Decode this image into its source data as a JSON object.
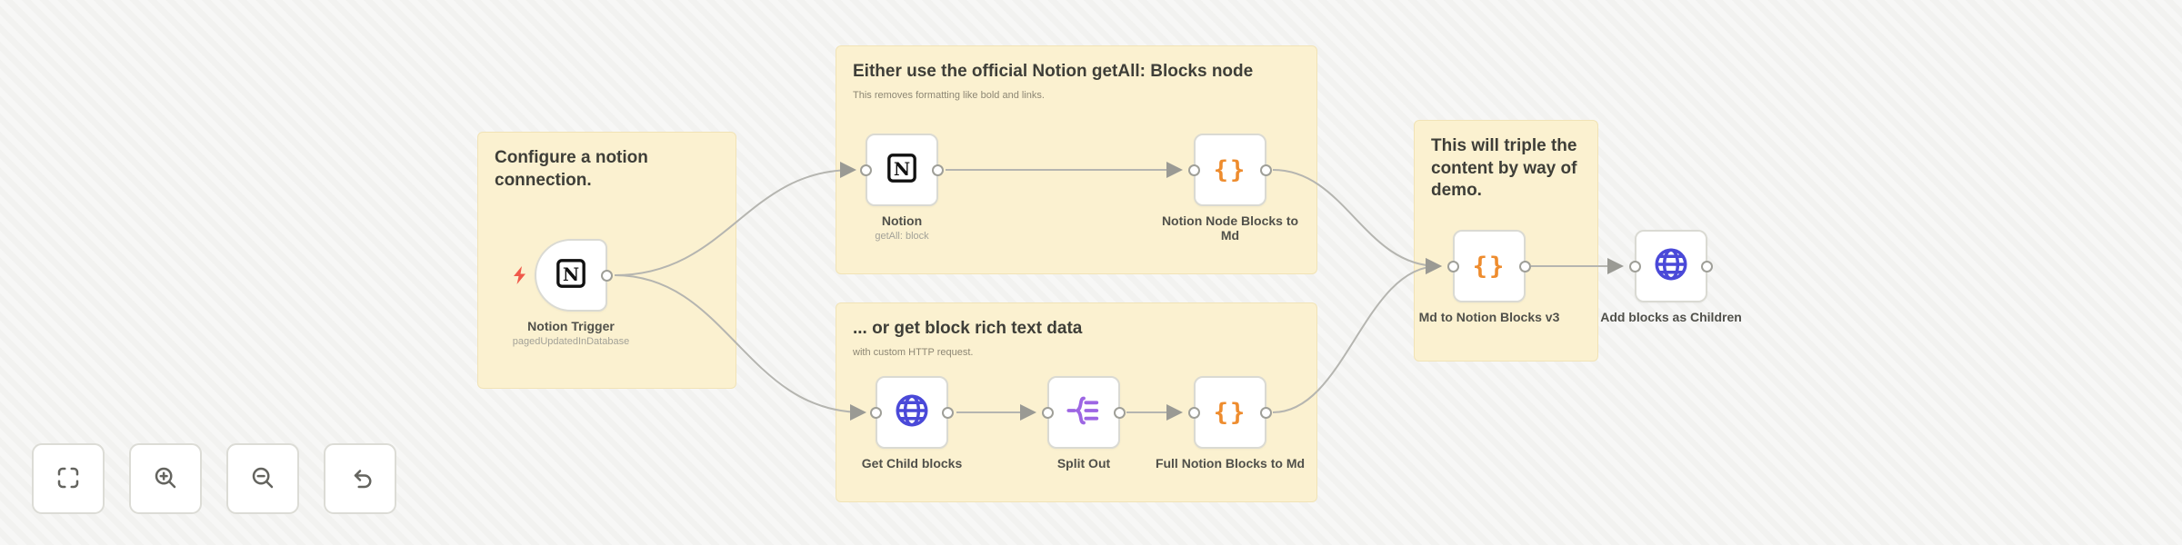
{
  "sticky_notes": [
    {
      "title": "Configure a notion connection.",
      "subtitle": ""
    },
    {
      "title": "Either use the official Notion getAll: Blocks node",
      "subtitle": "This removes formatting like bold and links."
    },
    {
      "title": "... or get block rich text data",
      "subtitle": "with custom HTTP request."
    },
    {
      "title": "This will triple the content by way of demo.",
      "subtitle": ""
    }
  ],
  "nodes": [
    {
      "name": "Notion Trigger",
      "subtitle": "pagedUpdatedInDatabase",
      "icon": "notion-icon",
      "kind": "trigger"
    },
    {
      "name": "Notion",
      "subtitle": "getAll: block",
      "icon": "notion-icon"
    },
    {
      "name": "Notion Node Blocks to Md",
      "subtitle": "",
      "icon": "code-icon"
    },
    {
      "name": "Get Child blocks",
      "subtitle": "",
      "icon": "globe-icon"
    },
    {
      "name": "Split Out",
      "subtitle": "",
      "icon": "split-out-icon"
    },
    {
      "name": "Full Notion Blocks to Md",
      "subtitle": "",
      "icon": "code-icon"
    },
    {
      "name": "Md to Notion Blocks v3",
      "subtitle": "",
      "icon": "code-icon"
    },
    {
      "name": "Add blocks as Children",
      "subtitle": "",
      "icon": "globe-icon"
    }
  ],
  "code_glyph": "{}",
  "toolbar": {
    "buttons": [
      {
        "name": "fit-view"
      },
      {
        "name": "zoom-in"
      },
      {
        "name": "zoom-out"
      },
      {
        "name": "reset-zoom"
      }
    ]
  },
  "colors": {
    "sticky_bg": "#fbf1d0",
    "canvas_bg": "#f6f6f4",
    "code_orange": "#ee8c2e",
    "http_blue": "#4a49d8",
    "split_purple": "#9d66e3",
    "trigger_bolt_red": "#f0594a",
    "connector_gray": "#b5b5b0"
  }
}
